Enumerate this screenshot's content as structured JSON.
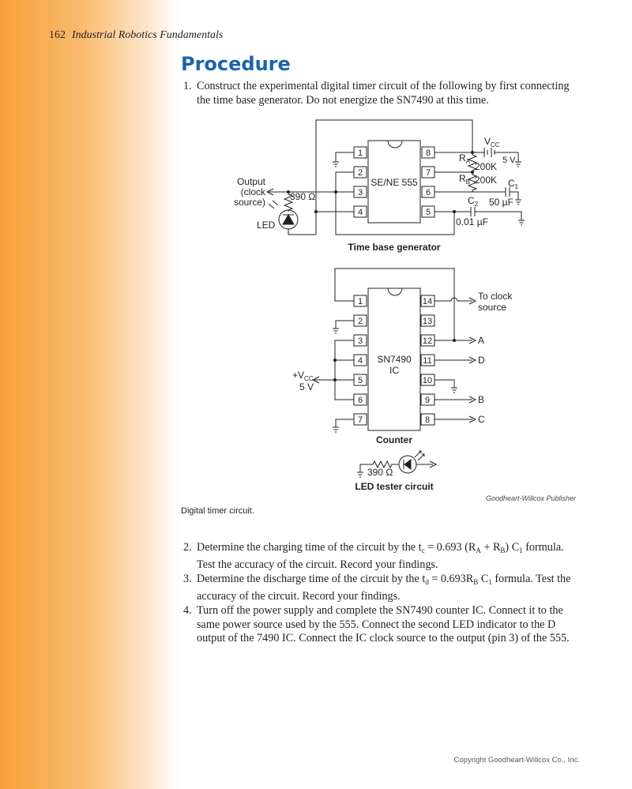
{
  "page": {
    "number": "162",
    "book_title": "Industrial Robotics Fundamentals"
  },
  "heading": "Procedure",
  "step1": {
    "num": "1.",
    "text": "Construct the experimental digital timer circuit of the following by first connecting the time base generator. Do not energize the SN7490 at this time."
  },
  "figure": {
    "ic555": {
      "name": "SE/NE 555",
      "pins": [
        "1",
        "2",
        "3",
        "4",
        "5",
        "6",
        "7",
        "8"
      ]
    },
    "vcc_label": "V",
    "vcc_sub": "CC",
    "supply": "5 V",
    "ra_label": "R",
    "ra_sub": "A",
    "ra_value": "200K",
    "rb_label": "R",
    "rb_sub": "B",
    "rb_value": "200K",
    "c1_label": "C",
    "c1_sub": "1",
    "c1_value": "50 µF",
    "c2_label": "C",
    "c2_sub": "2",
    "c2_value": "0.01 µF",
    "output_lines": [
      "Output",
      "(clock",
      "source)"
    ],
    "resistor_390": "390 Ω",
    "led_label": "LED",
    "timebase_label": "Time base generator",
    "ic7490": {
      "name_lines": [
        "SN7490",
        "IC"
      ],
      "pins_left": [
        "1",
        "2",
        "3",
        "4",
        "5",
        "6",
        "7"
      ],
      "pins_right": [
        "14",
        "13",
        "12",
        "11",
        "10",
        "9",
        "8"
      ]
    },
    "vcc2_label": "+V",
    "vcc2_sub": "CC",
    "vcc2_value": "5 V",
    "to_clock_lines": [
      "To clock",
      "source"
    ],
    "out_a": "A",
    "out_d": "D",
    "out_b": "B",
    "out_c": "C",
    "counter_label": "Counter",
    "led_tester_resistor": "390 Ω",
    "led_tester_label": "LED tester circuit"
  },
  "credit": "Goodheart-Willcox Publisher",
  "caption": "Digital timer circuit.",
  "step2": {
    "num": "2.",
    "a": "Determine the charging time of the circuit by the t",
    "s1": "c",
    "b": " = 0.693 (R",
    "s2": "A",
    "c": " + R",
    "s3": "B",
    "d": ") C",
    "s4": "1",
    "e": " formula. Test the accuracy of the circuit. Record your findings."
  },
  "step3": {
    "num": "3.",
    "a": "Determine the discharge time of the circuit by the t",
    "s1": "d",
    "b": " = 0.693R",
    "s2": "B",
    "c": " C",
    "s3": "1",
    "d": " formula. Test the accuracy of the circuit. Record your findings."
  },
  "step4": {
    "num": "4.",
    "text": "Turn off the power supply and complete the SN7490 counter IC. Connect it to the same power source used by the 555. Connect the second LED indicator to the D output of the 7490 IC. Connect the IC clock source to the output (pin 3) of the 555."
  },
  "copyright": "Copyright Goodheart-Willcox Co., Inc."
}
